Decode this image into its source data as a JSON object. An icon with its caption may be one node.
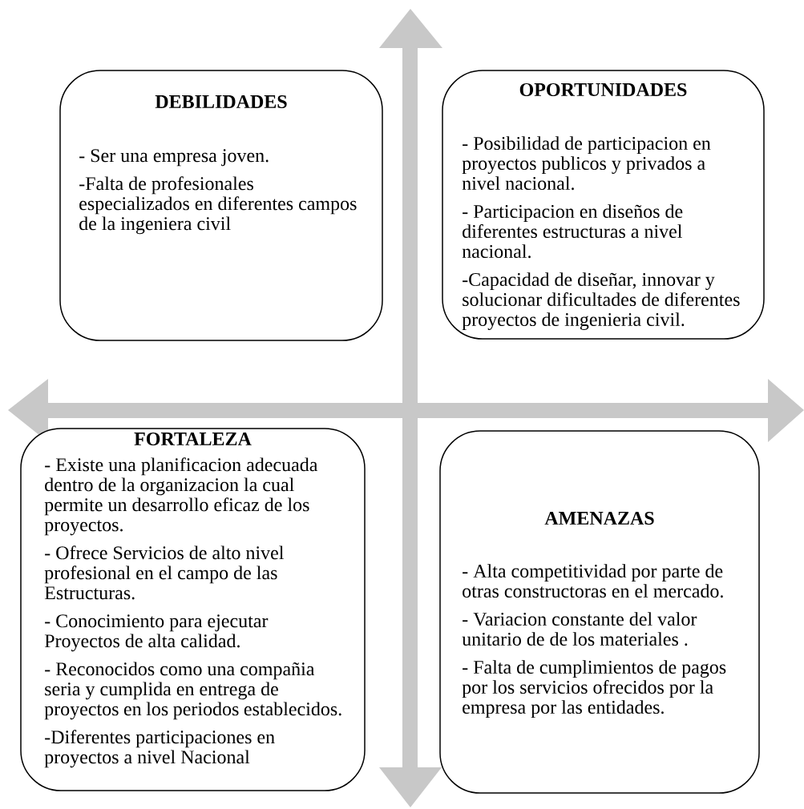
{
  "diagram": {
    "nodes": [
      {
        "text": [
          "DEBILIDADES",
          "- Ser una empresa joven.",
          "-Falta de profesionales especializados en diferentes campos de la ingeniera civil"
        ]
      },
      {
        "text": [
          "OPORTUNIDADES",
          "- Posibilidad de participacion en proyectos publicos y privados a nivel nacional.",
          "- Participacion en diseños de diferentes estructuras a nivel nacional.",
          "-Capacidad de diseñar, innovar y solucionar dificultades de diferentes proyectos de ingenieria civil."
        ]
      },
      {
        "text": [
          "FORTALEZA",
          "- Existe una planificacion adecuada dentro de la organizacion la cual permite un desarrollo eficaz de los proyectos.",
          "- Ofrece Servicios de alto nivel profesional en el campo de las Estructuras.",
          "- Conocimiento para ejecutar Proyectos de alta calidad.",
          "- Reconocidos como una compañia seria y cumplida en entrega de proyectos en los periodos establecidos.",
          "-Diferentes participaciones en proyectos a nivel Nacional"
        ]
      },
      {
        "text": [
          "AMENAZAS",
          "- Alta competitividad por parte de otras constructoras en el mercado.",
          "- Variacion constante del valor unitario de de los materiales .",
          "- Falta de cumplimientos de pagos por los servicios ofrecidos por la empresa por las entidades."
        ]
      }
    ]
  }
}
